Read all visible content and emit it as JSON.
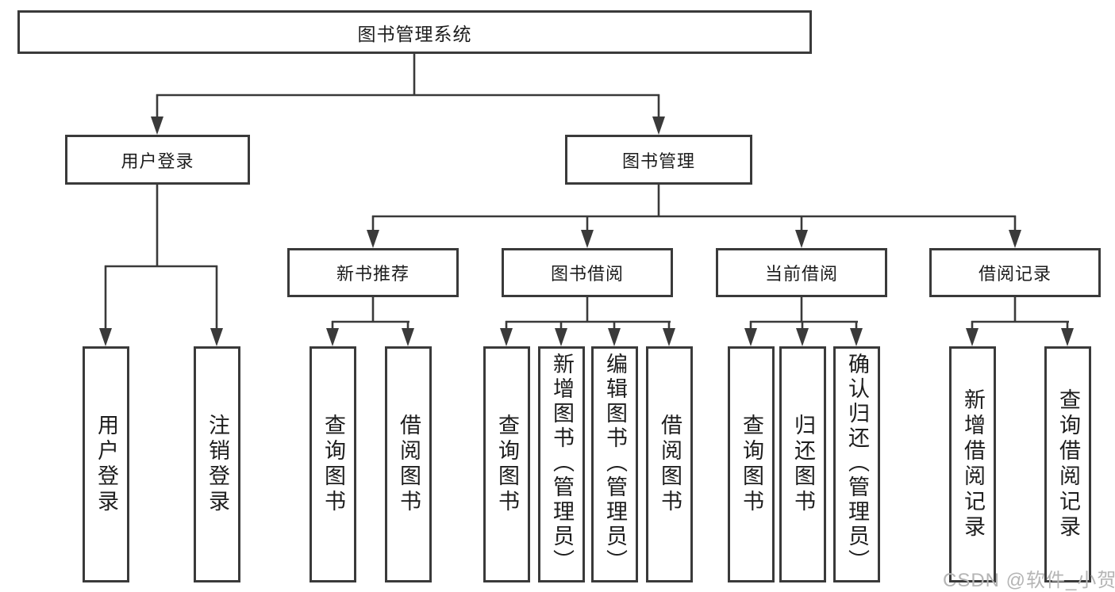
{
  "root": {
    "label": "图书管理系统"
  },
  "branches": {
    "user_login": {
      "label": "用户登录",
      "children": {
        "login": {
          "label": "用户登录"
        },
        "logout": {
          "label": "注销登录"
        }
      }
    },
    "book_mgmt": {
      "label": "图书管理",
      "children": {
        "new_book_rec": {
          "label": "新书推荐",
          "children": {
            "query_book": {
              "label": "查询图书"
            },
            "borrow_book": {
              "label": "借阅图书"
            }
          }
        },
        "book_borrow": {
          "label": "图书借阅",
          "children": {
            "query_book": {
              "label": "查询图书"
            },
            "add_book": {
              "label": "新增图书（管理员）"
            },
            "edit_book": {
              "label": "编辑图书（管理员）"
            },
            "borrow_book": {
              "label": "借阅图书"
            }
          }
        },
        "current_borrow": {
          "label": "当前借阅",
          "children": {
            "query_book": {
              "label": "查询图书"
            },
            "return_book": {
              "label": "归还图书"
            },
            "confirm_return": {
              "label": "确认归还（管理员）"
            }
          }
        },
        "borrow_records": {
          "label": "借阅记录",
          "children": {
            "add_record": {
              "label": "新增借阅记录"
            },
            "query_record": {
              "label": "查询借阅记录"
            }
          }
        }
      }
    }
  },
  "watermark": {
    "text": "CSDN @软件_小贺同学"
  },
  "colors": {
    "line": "#3a3a3a",
    "text": "#1d1d1d",
    "background": "#ffffff",
    "watermark": "#b5b5b5"
  }
}
